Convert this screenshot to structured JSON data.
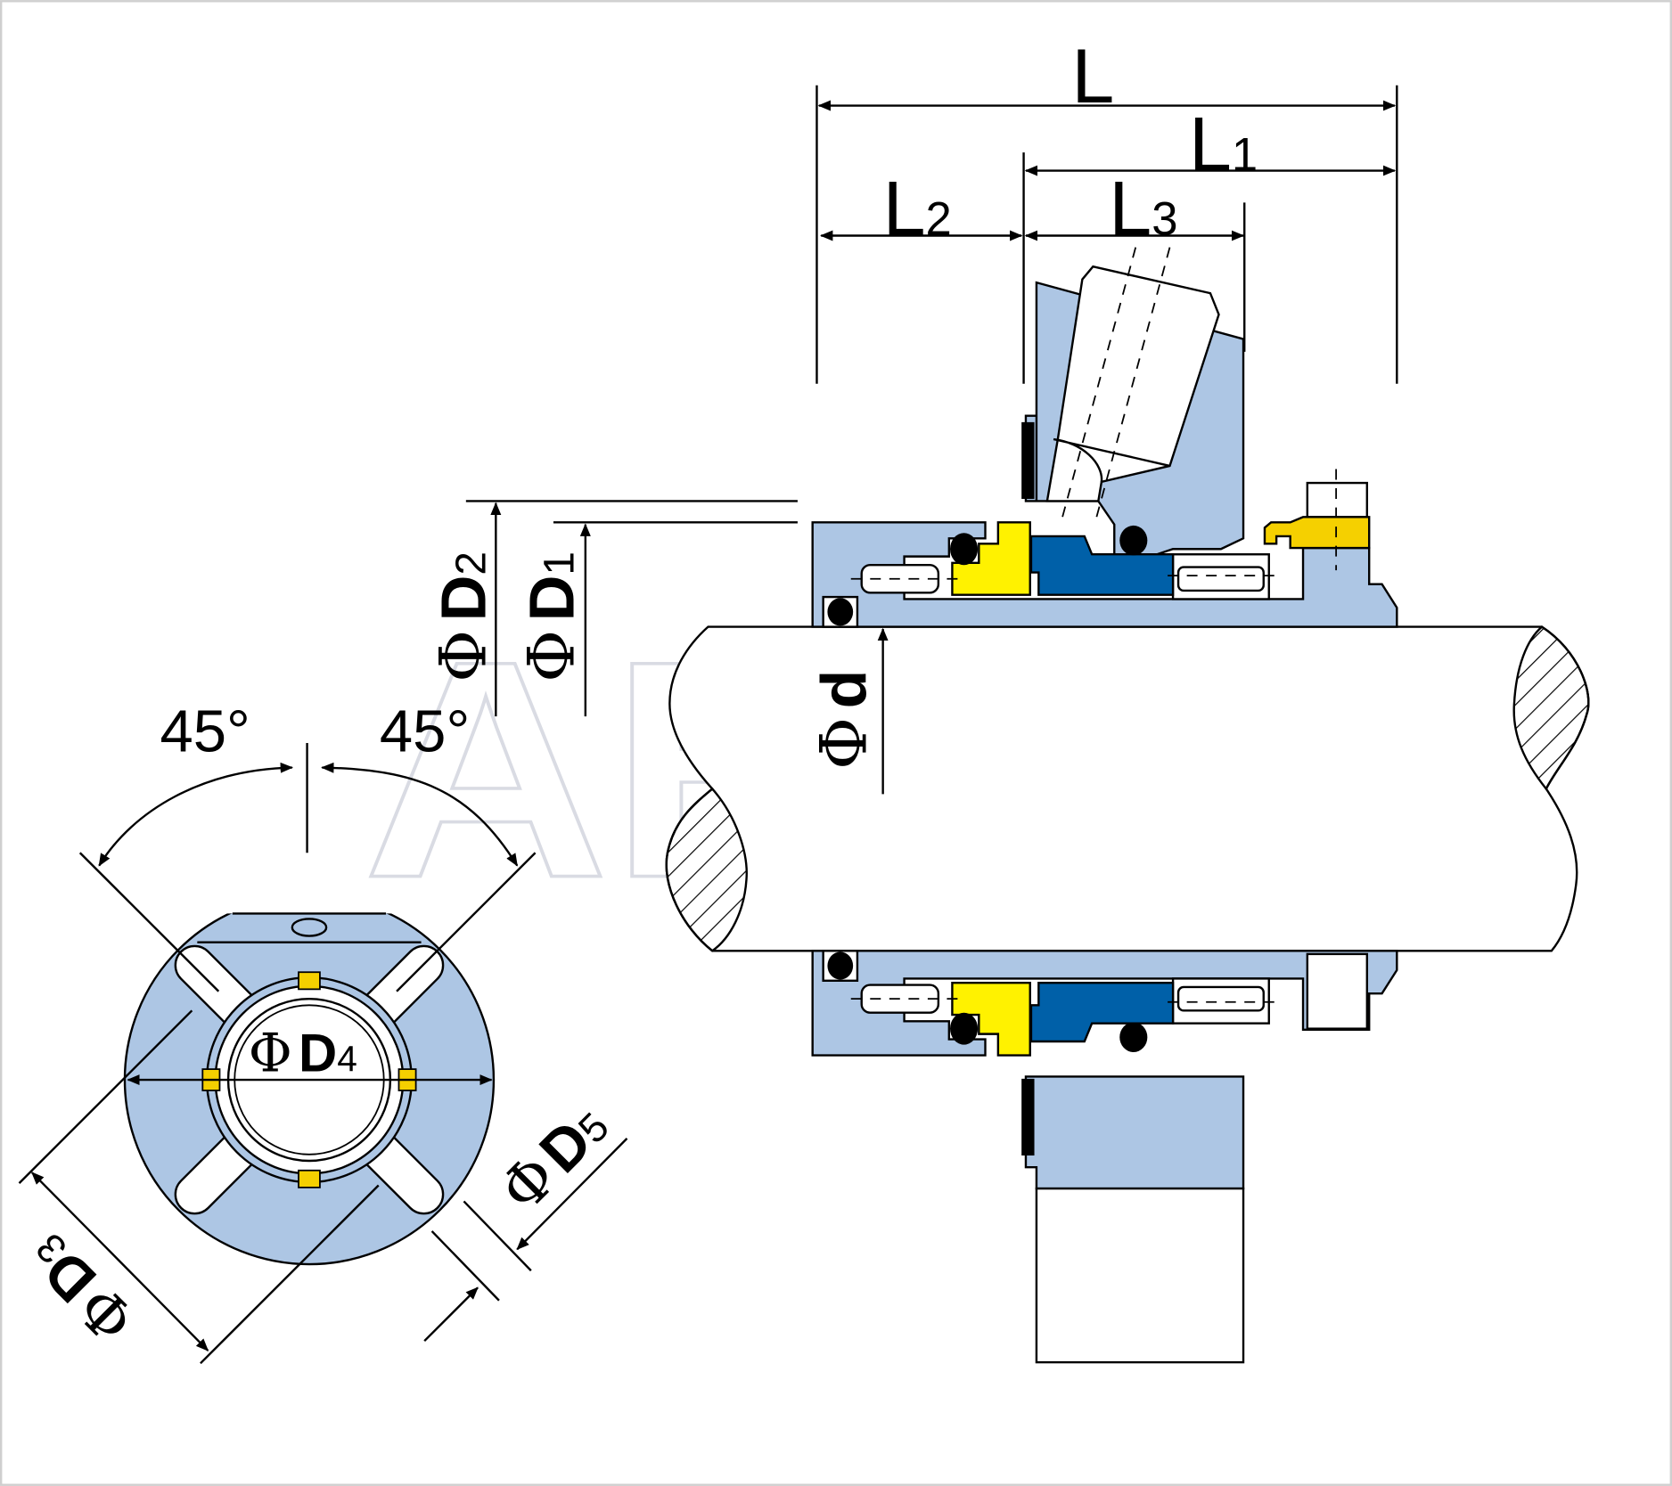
{
  "watermark": "ABEX",
  "colors": {
    "housing": "#adc6e4",
    "seat_yellow": "#fff200",
    "face_blue": "#0060a8",
    "collar_gold": "#f5d000",
    "oring": "#000000"
  },
  "dimensions": {
    "L": {
      "main": "L",
      "sub": ""
    },
    "L1": {
      "main": "L",
      "sub": "1"
    },
    "L2": {
      "main": "L",
      "sub": "2"
    },
    "L3": {
      "main": "L",
      "sub": "3"
    },
    "D1": {
      "phi": "Φ",
      "main": "D",
      "sub": "1"
    },
    "D2": {
      "phi": "Φ",
      "main": "D",
      "sub": "2"
    },
    "d": {
      "phi": "Φ",
      "main": "d"
    },
    "D3": {
      "phi": "Φ",
      "main": "D",
      "sub": "3"
    },
    "D4": {
      "phi": "Φ",
      "main": "D",
      "sub": "4"
    },
    "D5": {
      "phi": "Φ",
      "main": "D",
      "sub": "5"
    },
    "angle_left": "45°",
    "angle_right": "45°"
  }
}
